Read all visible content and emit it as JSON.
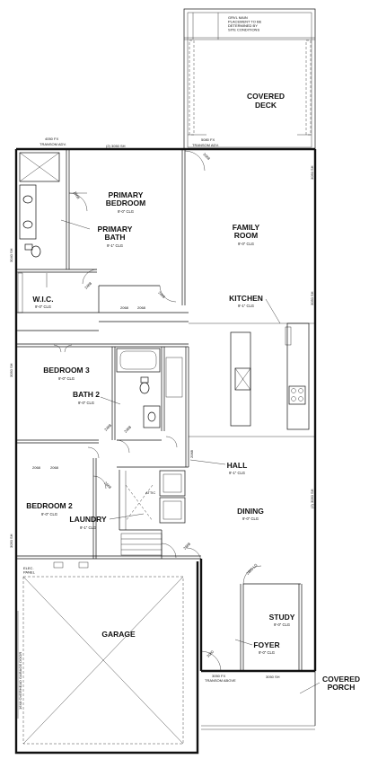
{
  "rooms": {
    "covered_deck": {
      "line1": "COVERED",
      "line2": "DECK"
    },
    "deck_note": {
      "line1": "GRVL MAIN",
      "line2": "PLACEMENT TO BE",
      "line3": "DETERMINED BY",
      "line4": "SITE CONDITIONS"
    },
    "primary_bedroom": {
      "line1": "PRIMARY",
      "line2": "BEDROOM",
      "clg": "9'-0\" CLG"
    },
    "primary_bath": {
      "line1": "PRIMARY",
      "line2": "BATH",
      "clg": "9'-1\" CLG"
    },
    "family_room": {
      "line1": "FAMILY",
      "line2": "ROOM",
      "clg": "9'-0\" CLG"
    },
    "kitchen": {
      "name": "KITCHEN",
      "clg": "9'-1\" CLG"
    },
    "wic": {
      "name": "W.I.C.",
      "clg": "9'-0\" CLG"
    },
    "bedroom3": {
      "name": "BEDROOM 3",
      "clg": "9'-0\" CLG"
    },
    "bath2": {
      "name": "BATH 2",
      "clg": "9'-0\" CLG"
    },
    "hall": {
      "name": "HALL",
      "clg": "9'-1\" CLG"
    },
    "bedroom2": {
      "name": "BEDROOM 2",
      "clg": "9'-0\" CLG"
    },
    "laundry": {
      "name": "LAUNDRY",
      "clg": "9'-1\" CLG"
    },
    "dining": {
      "name": "DINING",
      "clg": "9'-0\" CLG"
    },
    "garage": {
      "name": "GARAGE"
    },
    "study": {
      "name": "STUDY",
      "clg": "9'-0\" CLG"
    },
    "foyer": {
      "name": "FOYER",
      "clg": "9'-0\" CLG"
    },
    "covered_porch": {
      "line1": "COVERED",
      "line2": "PORCH"
    }
  },
  "labels": {
    "win_top_left": "4050 FX",
    "transom_top_left": "TRANSOM ADV.",
    "win_top_mid": "(2) 3050 SH",
    "win_deck": "5080 FX",
    "transom_deck": "TRANSOM ADV.",
    "win_right_top": "3050 SH",
    "win_right_fam": "3050 SH",
    "win_left_bath": "3040 SH",
    "win_right_din": "(2) 3050 SH",
    "win_left_bed3": "3050 SH",
    "win_left_bed2": "3050 SH",
    "win_foyer": "3050 SH",
    "transom_foyer_1": "3050 FX",
    "transom_foyer_2": "TRANSOM ABOVE",
    "door_study": "2860 LG",
    "garage_door": "16X8 OVERHEAD GARAGE DOOR",
    "elec_panel_1": "ELEC.",
    "elec_panel_2": "PANEL",
    "attic": "ATTIC",
    "door_2068": "2068",
    "door_2468": "2468",
    "door_3068": "3068",
    "door_2668": "2668",
    "door_3080": "3080"
  }
}
